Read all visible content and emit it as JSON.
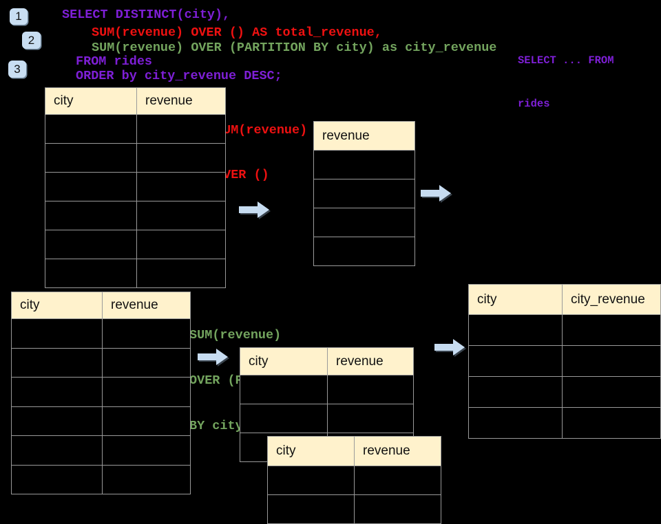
{
  "colors": {
    "background": "#000000",
    "sql_purple": "#7E1FD6",
    "sql_red": "#EE1111",
    "sql_green": "#73A45E",
    "table_header_fill": "#FFF2CC",
    "table_border": "#9A9A9A",
    "arrow_blue": "#C7DCF1",
    "badge_blue": "#C9DEF2"
  },
  "step_badges": [
    "1",
    "2",
    "3"
  ],
  "sql_code": {
    "lines": [
      {
        "text": "SELECT DISTINCT(city),",
        "color": "purple"
      },
      {
        "text": "SUM(revenue) OVER () AS total_revenue,",
        "color": "red"
      },
      {
        "text": "SUM(revenue) OVER (PARTITION BY city) as city_revenue",
        "color": "green"
      },
      {
        "text": "FROM rides",
        "color": "purple"
      },
      {
        "text": "ORDER by city_revenue DESC;",
        "color": "purple"
      }
    ]
  },
  "side_note": {
    "lines": [
      "SELECT ... FROM",
      "rides"
    ],
    "color": "purple"
  },
  "annotations": {
    "total_revenue_label": {
      "lines": [
        "SUM(revenue)",
        "OVER ()"
      ],
      "color": "red"
    },
    "partition_label": {
      "lines": [
        "SUM(revenue)",
        "OVER (PARTITION",
        "BY city)"
      ],
      "color": "green"
    }
  },
  "tables": {
    "source_top": {
      "headers": [
        "city",
        "revenue"
      ],
      "empty_rows": 6
    },
    "total_result": {
      "headers": [
        "revenue"
      ],
      "empty_rows": 4
    },
    "source_bottom": {
      "headers": [
        "city",
        "revenue"
      ],
      "empty_rows": 6
    },
    "partition_mid": {
      "headers": [
        "city",
        "revenue"
      ],
      "empty_rows": 3
    },
    "partition_overlay": {
      "headers": [
        "city",
        "revenue"
      ],
      "empty_rows": 2
    },
    "city_revenue_result": {
      "headers": [
        "city",
        "city_revenue"
      ],
      "empty_rows": 4
    }
  },
  "icons": {
    "arrow": "arrow-right-icon"
  }
}
